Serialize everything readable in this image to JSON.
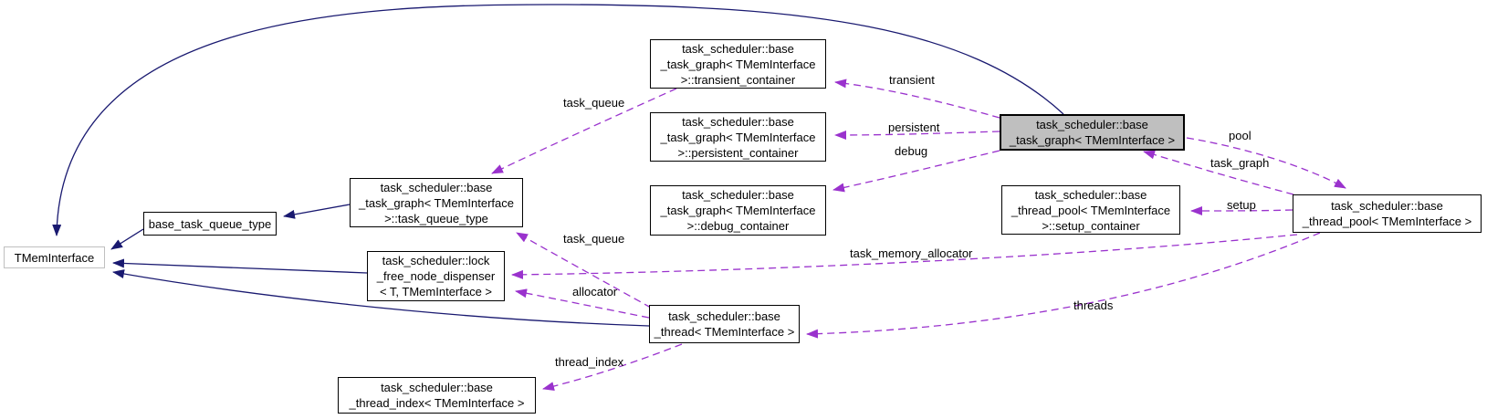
{
  "diagram": {
    "kind": "doxygen-collaboration-graph",
    "colors": {
      "inheritance_edge": "#191970",
      "usage_edge": "#9a32cd",
      "node_fill": "#ffffff",
      "highlight_node_fill": "#bfbfbf",
      "node_border": "#000000",
      "external_node_border": "#c0c0c0"
    }
  },
  "nodes": {
    "tmeminterface": {
      "lines": [
        "TMemInterface"
      ]
    },
    "base_task_queue_type": {
      "lines": [
        "base_task_queue_type"
      ]
    },
    "task_queue_type": {
      "lines": [
        "task_scheduler::base",
        "_task_graph< TMemInterface",
        ">::task_queue_type"
      ]
    },
    "lock_free_node_dispenser": {
      "lines": [
        "task_scheduler::lock",
        "_free_node_dispenser",
        "< T, TMemInterface >"
      ]
    },
    "transient_container": {
      "lines": [
        "task_scheduler::base",
        "_task_graph< TMemInterface",
        ">::transient_container"
      ]
    },
    "persistent_container": {
      "lines": [
        "task_scheduler::base",
        "_task_graph< TMemInterface",
        ">::persistent_container"
      ]
    },
    "debug_container": {
      "lines": [
        "task_scheduler::base",
        "_task_graph< TMemInterface",
        ">::debug_container"
      ]
    },
    "task_graph_main": {
      "lines": [
        "task_scheduler::base",
        "_task_graph< TMemInterface >"
      ]
    },
    "setup_container": {
      "lines": [
        "task_scheduler::base",
        "_thread_pool< TMemInterface",
        ">::setup_container"
      ]
    },
    "thread_pool": {
      "lines": [
        "task_scheduler::base",
        "_thread_pool< TMemInterface >"
      ]
    },
    "base_thread": {
      "lines": [
        "task_scheduler::base",
        "_thread< TMemInterface >"
      ]
    },
    "thread_index": {
      "lines": [
        "task_scheduler::base",
        "_thread_index< TMemInterface >"
      ]
    }
  },
  "edge_labels": {
    "task_queue_top": "task_queue",
    "transient": "transient",
    "persistent": "persistent",
    "debug": "debug",
    "pool": "pool",
    "task_graph": "task_graph",
    "setup": "setup",
    "task_memory_allocator": "task_memory_allocator",
    "threads": "threads",
    "task_queue_bottom": "task_queue",
    "allocator": "allocator",
    "thread_index": "thread_index"
  }
}
